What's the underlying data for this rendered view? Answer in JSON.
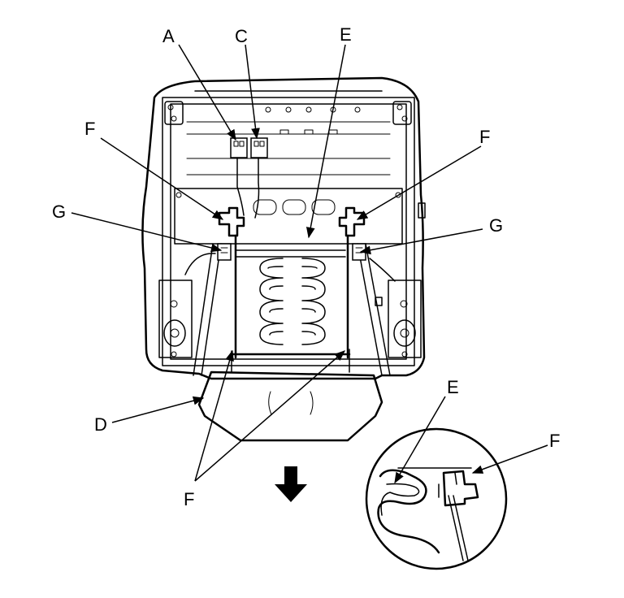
{
  "callouts": {
    "A": "A",
    "C": "C",
    "E_top": "E",
    "F_left": "F",
    "F_right": "F",
    "G_left": "G",
    "G_right": "G",
    "D": "D",
    "F_bottom": "F",
    "E_detail": "E",
    "F_detail": "F"
  },
  "arrow_icon": "arrow-down-icon"
}
